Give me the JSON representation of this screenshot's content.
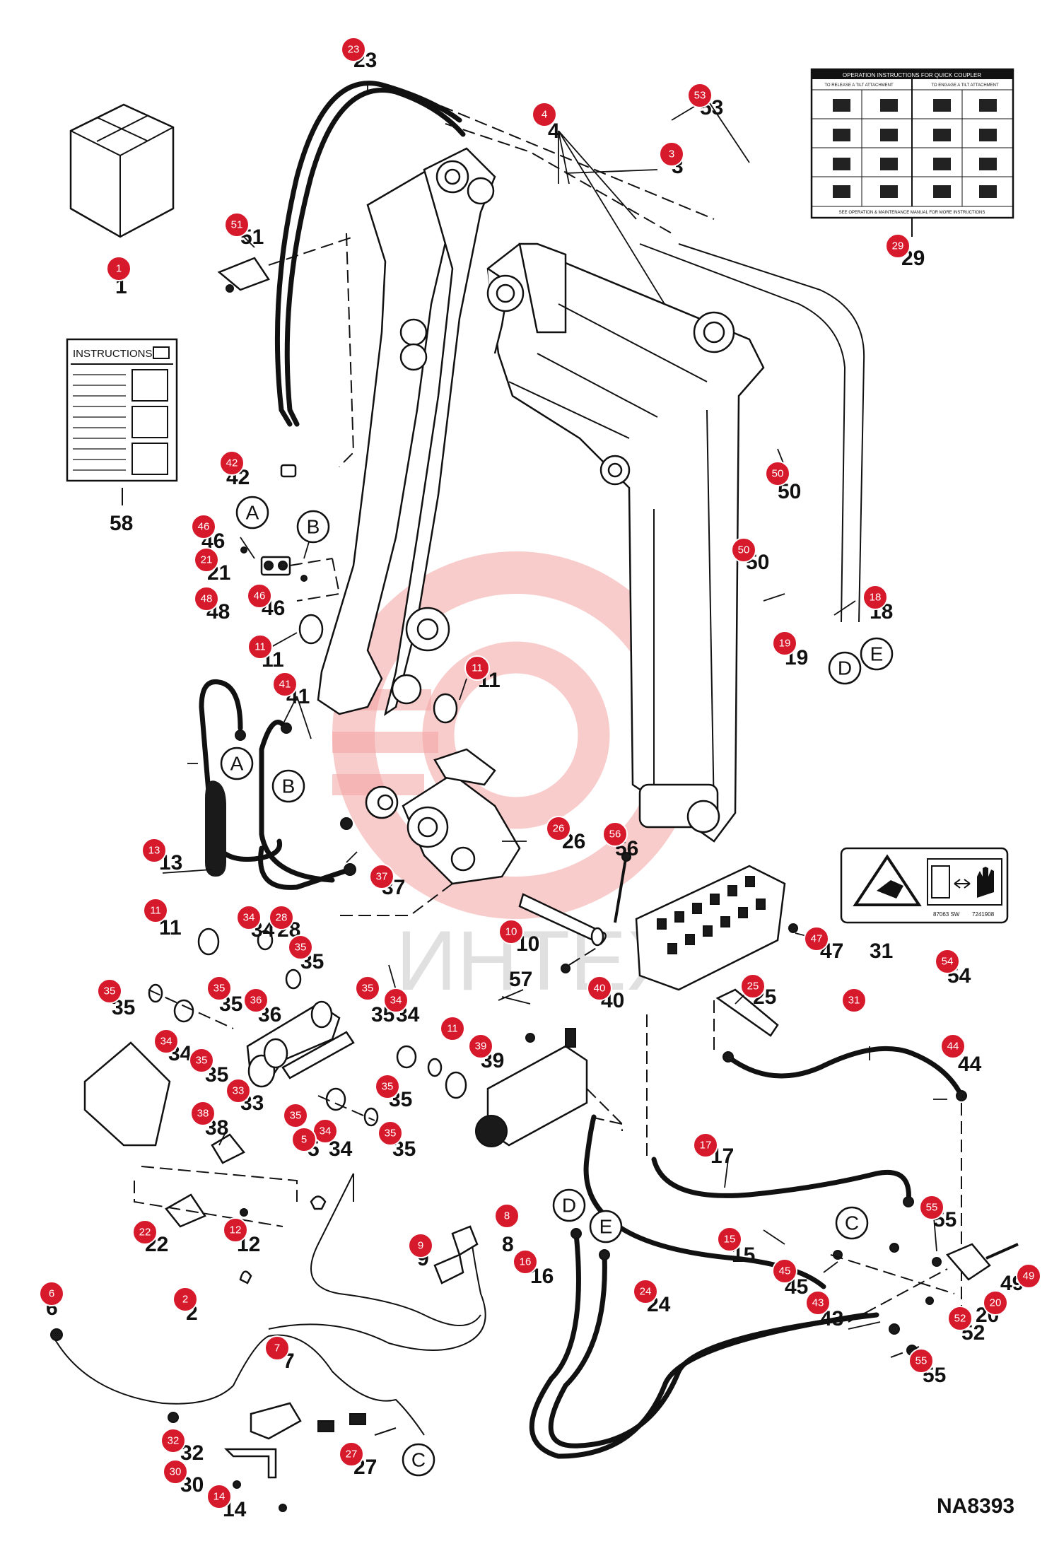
{
  "diagram": {
    "code": "NA8393",
    "watermark_text": "ИНТЕХ",
    "instructions_card_title": "INSTRUCTIONS",
    "decal_title": "OPERATION INSTRUCTIONS FOR QUICK COUPLER",
    "decal_col_left": "TO RELEASE A TILT ATTACHMENT",
    "decal_col_right": "TO ENGAGE A TILT ATTACHMENT",
    "decal_footer": "SEE OPERATION & MAINTENANCE MANUAL FOR MORE INSTRUCTIONS",
    "warning_decal_codes": [
      "87063 SW",
      "7241908"
    ],
    "callouts": [
      "1",
      "2",
      "3",
      "4",
      "5",
      "6",
      "7",
      "8",
      "9",
      "10",
      "11",
      "12",
      "13",
      "14",
      "15",
      "16",
      "17",
      "18",
      "19",
      "20",
      "21",
      "22",
      "23",
      "24",
      "25",
      "26",
      "27",
      "28",
      "29",
      "30",
      "31",
      "32",
      "33",
      "34",
      "35",
      "36",
      "37",
      "38",
      "39",
      "40",
      "41",
      "42",
      "43",
      "44",
      "45",
      "46",
      "47",
      "48",
      "49",
      "50",
      "51",
      "52",
      "53",
      "54",
      "55",
      "56",
      "57",
      "58"
    ],
    "reference_letters": [
      "A",
      "B",
      "C",
      "D",
      "E"
    ]
  }
}
